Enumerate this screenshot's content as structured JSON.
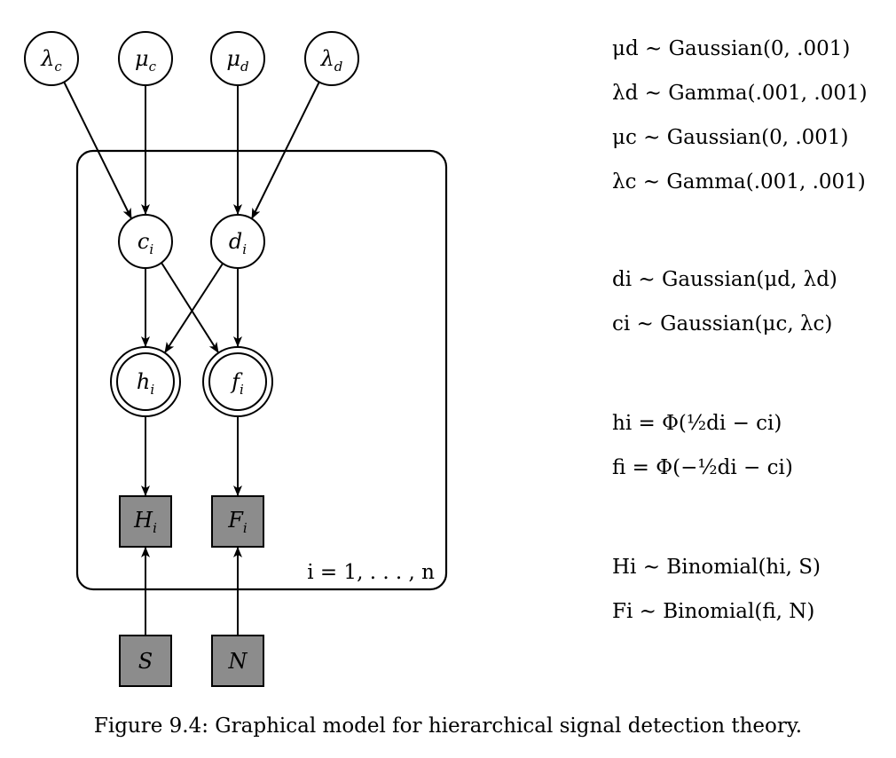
{
  "nodes": {
    "lambda_c": {
      "var": "λ",
      "sub": "c"
    },
    "mu_c": {
      "var": "μ",
      "sub": "c"
    },
    "mu_d": {
      "var": "μ",
      "sub": "d"
    },
    "lambda_d": {
      "var": "λ",
      "sub": "d"
    },
    "c_i": {
      "var": "c",
      "sub": "i"
    },
    "d_i": {
      "var": "d",
      "sub": "i"
    },
    "h_i": {
      "var": "h",
      "sub": "i"
    },
    "f_i": {
      "var": "f",
      "sub": "i"
    },
    "H_i": {
      "var": "H",
      "sub": "i"
    },
    "F_i": {
      "var": "F",
      "sub": "i"
    },
    "S": {
      "var": "S"
    },
    "N": {
      "var": "N"
    }
  },
  "plate_label": "i = 1, . . . , n",
  "equations": [
    "μd ∼ Gaussian(0, .001)",
    "λd ∼ Gamma(.001, .001)",
    "μc ∼ Gaussian(0, .001)",
    "λc ∼ Gamma(.001, .001)",
    "di ∼ Gaussian(μd, λd)",
    "ci ∼ Gaussian(μc, λc)",
    "hi = Φ(½di − ci)",
    "fi = Φ(−½di − ci)",
    "Hi ∼ Binomial(hi, S)",
    "Fi ∼ Binomial(fi, N)"
  ],
  "caption": "Figure 9.4: Graphical model for hierarchical signal detection theory.",
  "colors": {
    "observed_fill": "#8c8c8c",
    "stroke": "#000000"
  }
}
